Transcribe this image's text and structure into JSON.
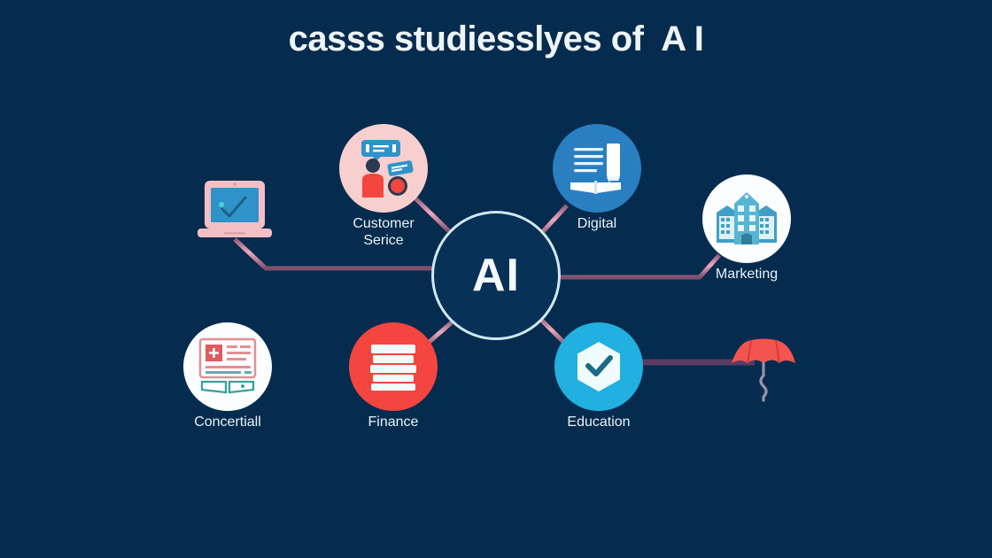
{
  "meta": {
    "background_color": "#052c4e",
    "connector_color": "#d98ba6",
    "connector_color_dark": "#5b3a63"
  },
  "header": {
    "title": "casss studiesslyes of  A I"
  },
  "center": {
    "label": "AI",
    "ring_color": "#cfe9f4",
    "fill_color": "#073156"
  },
  "nodes": [
    {
      "id": "customer-service",
      "label": "Customer\nSerice",
      "icon": "person-chat-icon",
      "circle_color": "#f8cfcf",
      "label_color": "#e8f1f6"
    },
    {
      "id": "digital",
      "label": "Digital",
      "icon": "book-pen-icon",
      "circle_color": "#2a7fc1",
      "label_color": "#e8f1f6"
    },
    {
      "id": "marketing",
      "label": "Marketing",
      "icon": "building-icon",
      "circle_color": "#fbfdfe",
      "label_color": "#e8f1f6"
    },
    {
      "id": "concertiall",
      "label": "Concertiall",
      "icon": "document-book-icon",
      "circle_color": "#fbfdfe",
      "label_color": "#e8f1f6"
    },
    {
      "id": "finance",
      "label": "Finance",
      "icon": "stacked-bars-icon",
      "circle_color": "#f4453f",
      "label_color": "#e8f1f6"
    },
    {
      "id": "education",
      "label": "Education",
      "icon": "hexagon-check-icon",
      "circle_color": "#22b0e0",
      "label_color": "#e8f1f6"
    }
  ],
  "decorations": [
    {
      "id": "laptop",
      "icon": "laptop-icon",
      "frame_color": "#f4bfc4",
      "screen_color": "#2f93c9"
    },
    {
      "id": "umbrella",
      "icon": "umbrella-icon",
      "canopy_color": "#f4544f",
      "stem_color": "#9b8fa8"
    }
  ]
}
